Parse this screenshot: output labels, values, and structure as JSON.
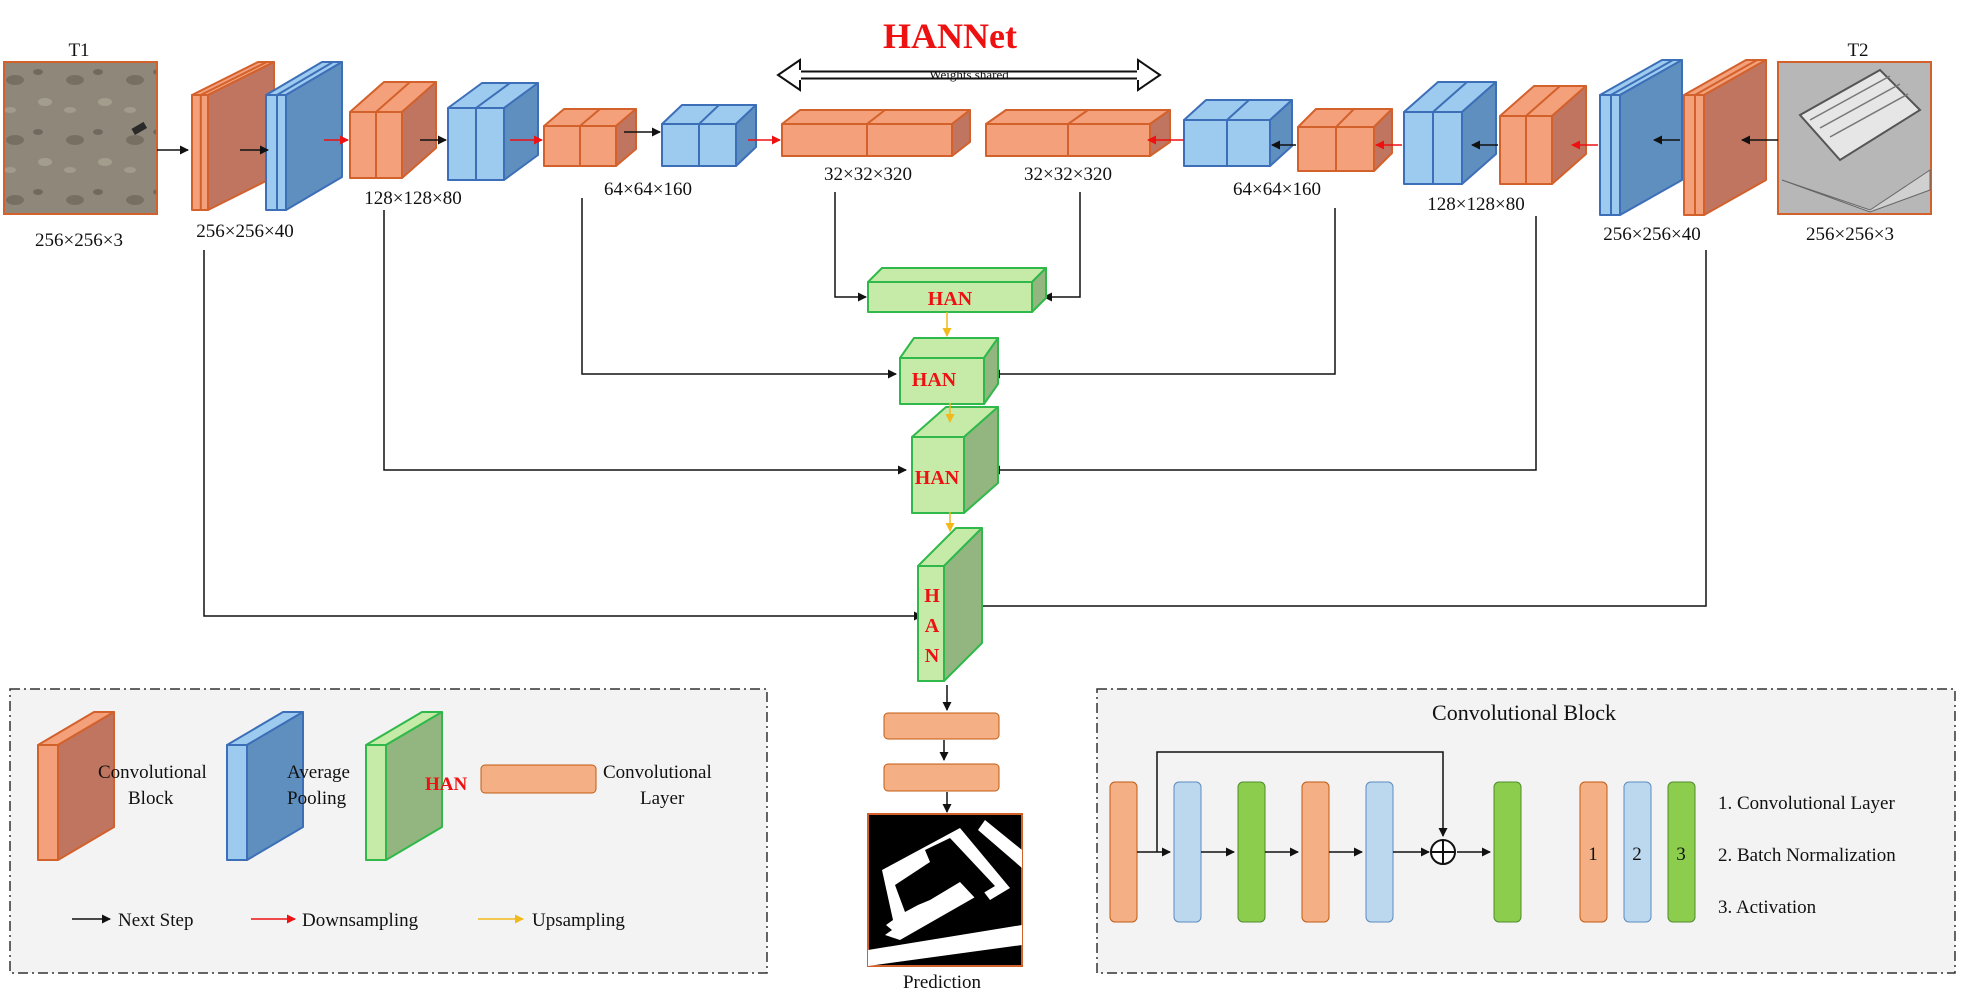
{
  "title": "HANNet",
  "weights_shared": "Weights shared",
  "inputs": {
    "left": {
      "name": "T1",
      "size": "256×256×3"
    },
    "right": {
      "name": "T2",
      "size": "256×256×3"
    }
  },
  "encoder_labels": {
    "stage1": "256×256×40",
    "stage2": "128×128×80",
    "stage3": "64×64×160",
    "stage4": "32×32×320"
  },
  "han_label": "HAN",
  "han_vertical_letters": [
    "H",
    "A",
    "N"
  ],
  "prediction_label": "Prediction",
  "legend": {
    "conv_block": [
      "Convolutional",
      "Block"
    ],
    "avg_pool": [
      "Average",
      "Pooling"
    ],
    "han": "HAN",
    "conv_layer": [
      "Convolutional",
      "Layer"
    ],
    "next_step": "Next Step",
    "downsampling": "Downsampling",
    "upsampling": "Upsampling"
  },
  "conv_block_panel": {
    "title": "Convolutional Block",
    "key_numbers": [
      "1",
      "2",
      "3"
    ],
    "items": [
      "1. Convolutional Layer",
      "2. Batch Normalization",
      "3. Activation"
    ]
  },
  "colors": {
    "conv_front": "#f4a07a",
    "conv_side": "#c07560",
    "conv_stroke": "#d2612c",
    "pool_front": "#9ccbef",
    "pool_side": "#5f8fbf",
    "pool_stroke": "#3d6fb8",
    "han_front": "#c6eba8",
    "han_side": "#93b680",
    "han_stroke": "#30b94a",
    "han_text": "#ee1111",
    "arrow_black": "#111111",
    "arrow_red": "#ee1111",
    "arrow_yellow": "#f1b91a",
    "panel_bg": "#f3f3f3",
    "bn_fill": "#bcd8ef",
    "act_fill": "#8dcd4d"
  }
}
